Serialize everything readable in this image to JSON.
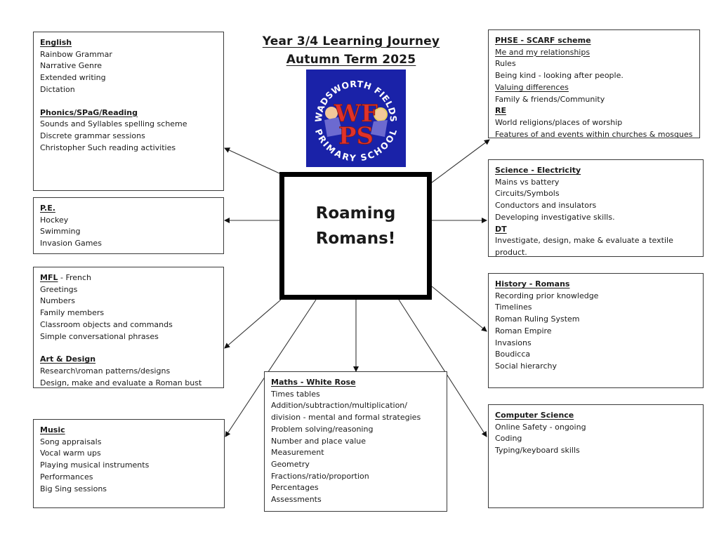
{
  "header": {
    "title_line1": "Year 3/4 Learning Journey",
    "title_line2": "Autumn Term 2025"
  },
  "logo": {
    "top_text": "WADSWORTH FIELDS",
    "bottom_text": "PRIMARY SCHOOL",
    "initials_top": "WF",
    "initials_bottom": "PS",
    "colors": {
      "background": "#1a22a8",
      "letters": "#e0322a",
      "text": "#ffffff"
    }
  },
  "center": {
    "line1": "Roaming",
    "line2": "Romans!"
  },
  "boxes": {
    "english": {
      "heading": "English",
      "items": [
        "Rainbow Grammar",
        "Narrative Genre",
        "Extended writing",
        "Dictation"
      ],
      "sub_heading": "Phonics/SPaG/Reading",
      "sub_items": [
        "Sounds and Syllables spelling scheme",
        "Discrete grammar sessions",
        "Christopher Such reading activities"
      ]
    },
    "pe": {
      "heading": "P.E.",
      "items": [
        "Hockey",
        "Swimming",
        "Invasion Games"
      ]
    },
    "mfl": {
      "heading": "MFL",
      "heading_suffix": " - French",
      "items": [
        "Greetings",
        "Numbers",
        "Family members",
        "Classroom objects and commands",
        "Simple conversational phrases"
      ],
      "sub_heading": "Art & Design",
      "sub_items": [
        "Research\\roman patterns/designs",
        "Design, make and evaluate a Roman bust"
      ]
    },
    "music": {
      "heading": "Music",
      "items": [
        "Song appraisals",
        "Vocal warm ups",
        "Playing musical instruments",
        "Performances",
        "Big Sing sessions"
      ]
    },
    "maths": {
      "heading": "Maths - White Rose",
      "items": [
        "Times tables",
        "Addition/subtraction/multiplication/",
        "division - mental and formal strategies",
        "Problem solving/reasoning",
        "Number and place value",
        "Measurement",
        "Geometry",
        "Fractions/ratio/proportion",
        "Percentages",
        "Assessments"
      ]
    },
    "phse": {
      "heading": "PHSE - SCARF scheme",
      "sub1": "Me and my relationships",
      "sub1_items": [
        "Rules",
        "Being kind - looking after people."
      ],
      "sub2": "Valuing differences",
      "sub2_items": [
        "Family & friends/Community"
      ],
      "sub_heading": "RE",
      "sub_items": [
        "World religions/places of worship",
        "Features of and events within churches & mosques"
      ]
    },
    "science": {
      "heading": "Science - Electricity",
      "items": [
        "Mains vs battery",
        "Circuits/Symbols",
        "Conductors and insulators",
        "Developing investigative skills."
      ],
      "sub_heading": "DT",
      "sub_items": [
        "Investigate, design, make & evaluate a textile",
        "product."
      ]
    },
    "history": {
      "heading": "History - Romans",
      "items": [
        "Recording prior knowledge",
        "Timelines",
        "Roman Ruling System",
        "Roman Empire",
        "Invasions",
        "Boudicca",
        "Social hierarchy"
      ]
    },
    "computing": {
      "heading": "Computer Science",
      "items": [
        "Online Safety - ongoing",
        "Coding",
        "Typing/keyboard skills"
      ]
    }
  }
}
